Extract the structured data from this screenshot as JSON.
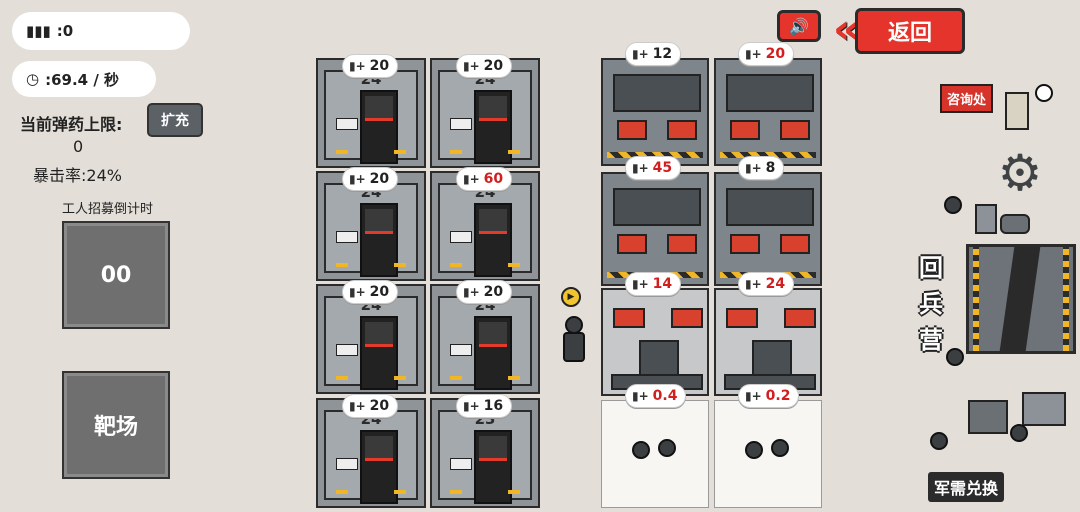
{
  "status": {
    "ammo_icon": "ammo-icon",
    "ammo_value": ":0",
    "clock_icon": "clock-icon",
    "rate_value": ":69.4 / 秒",
    "ammo_limit_label": "当前弹药上限:",
    "expand_label": "扩充",
    "ammo_limit_value": "0",
    "crit_label": "暴击率:24%",
    "recruit_label": "工人招募倒计时",
    "recruit_value": "00",
    "range_label": "靶场"
  },
  "machines": [
    {
      "badge": "20",
      "number": "24",
      "red": false
    },
    {
      "badge": "20",
      "number": "24",
      "red": false
    },
    {
      "badge": "20",
      "number": "24",
      "red": false
    },
    {
      "badge": "60",
      "number": "24",
      "red": true
    },
    {
      "badge": "20",
      "number": "24",
      "red": false
    },
    {
      "badge": "20",
      "number": "24",
      "red": false
    },
    {
      "badge": "20",
      "number": "24",
      "red": false
    },
    {
      "badge": "16",
      "number": "23",
      "red": false
    }
  ],
  "workshops": [
    {
      "badge": "12",
      "red": false
    },
    {
      "badge": "20",
      "red": true
    },
    {
      "badge": "45",
      "red": true
    },
    {
      "badge": "8",
      "red": false
    },
    {
      "badge": "14",
      "red": true
    },
    {
      "badge": "24",
      "red": true
    },
    {
      "badge": "0.4",
      "red": true
    },
    {
      "badge": "0.2",
      "red": true
    }
  ],
  "top_right": {
    "sound_icon": "speaker-icon",
    "back_label": "返回"
  },
  "side": {
    "consult_label": "咨询处",
    "camp_title": "回 兵 营",
    "exchange_label": "军需兑换"
  },
  "colors": {
    "accent_red": "#e5342b",
    "hazard_yellow": "#f0b626",
    "background": "#e3dfd8"
  }
}
